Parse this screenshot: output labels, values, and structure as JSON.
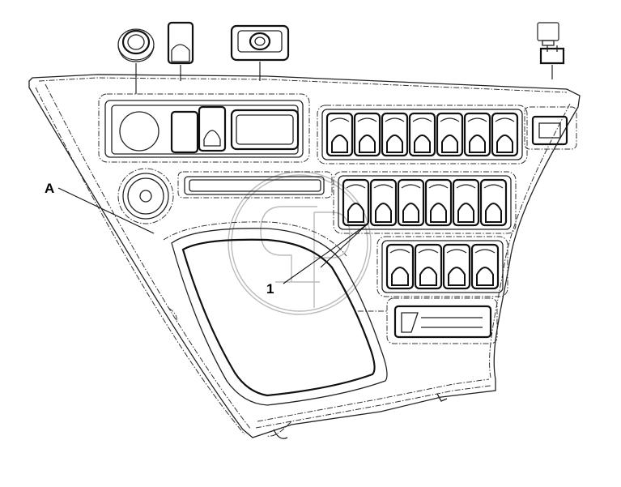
{
  "diagram": {
    "callouts": [
      {
        "id": "A",
        "text": "A"
      },
      {
        "id": "1",
        "text": "1"
      }
    ]
  }
}
